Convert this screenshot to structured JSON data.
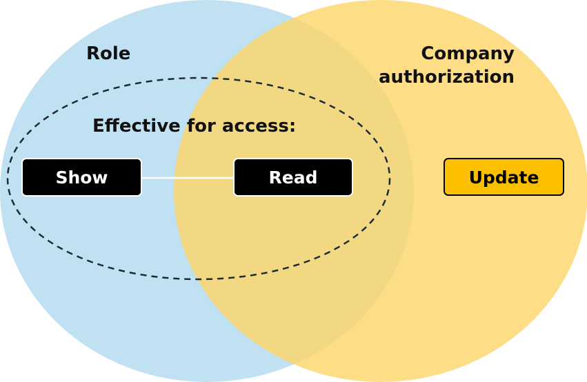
{
  "colors": {
    "role_circle": "#b5dcf0",
    "company_circle": "#fdd56a",
    "dark_box": "#000000",
    "dark_box_text": "#ffffff",
    "highlight_box": "#fbbf00",
    "highlight_box_text": "#000000",
    "dashed_outline": "#1c2a33"
  },
  "role": {
    "label": "Role"
  },
  "company": {
    "label_line1": "Company",
    "label_line2": "authorization"
  },
  "effective": {
    "label": "Effective for access:"
  },
  "permissions": {
    "show": "Show",
    "read": "Read",
    "update": "Update"
  }
}
